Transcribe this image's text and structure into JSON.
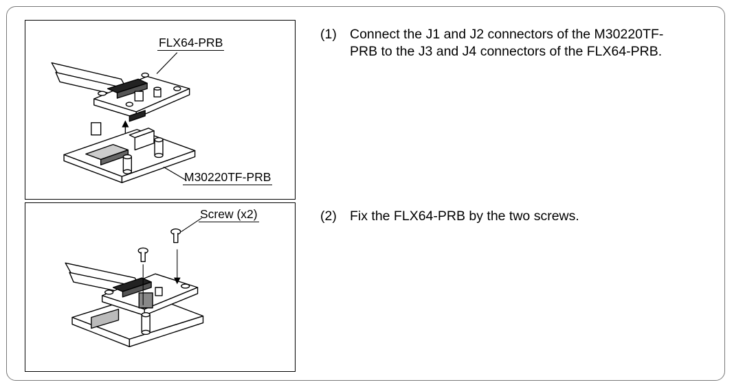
{
  "steps": [
    {
      "number": "(1)",
      "line1": "Connect the J1 and J2 connectors of the M30220TF-",
      "line2": "PRB to the J3 and J4 connectors of the FLX64-PRB."
    },
    {
      "number": "(2)",
      "line1": "Fix the FLX64-PRB by the two screws."
    }
  ],
  "figure1": {
    "label_top": "FLX64-PRB",
    "label_bottom": "M30220TF-PRB"
  },
  "figure2": {
    "label_screw": "Screw (x2)"
  }
}
